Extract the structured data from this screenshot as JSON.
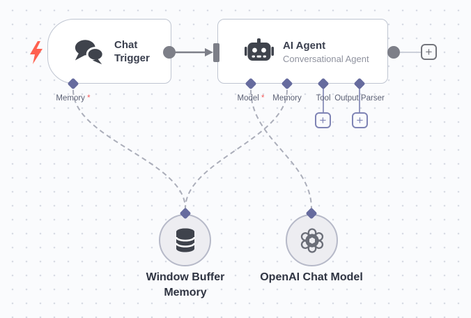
{
  "colors": {
    "canvas-bg": "#fafbfd",
    "dot": "#d8dbe4",
    "node-border": "#bfc5d1",
    "node-bg": "#ffffff",
    "title": "#3a3f4e",
    "subtitle": "#8f929e",
    "port-label": "#5a5f73",
    "required": "#f45b5b",
    "diamond": "#666b9e",
    "endpoint": "#7d7f88",
    "wire": "#7d7f88",
    "wire-light": "#ccd0da",
    "dash": "#abaeba",
    "stub": "#9499c0",
    "plus-gray": "#73757c",
    "plus-purple": "#7f84b5",
    "bolt": "#ff6150",
    "circle-bg": "#ededf1",
    "circle-border": "#b6b9c8",
    "icon-dark": "#3f434c",
    "openai-icon": "#6b6e78",
    "bottom-label": "#2f3442"
  },
  "nodes": {
    "chat_trigger": {
      "title": "Chat Trigger",
      "port": {
        "label": "Memory",
        "required": "*"
      }
    },
    "ai_agent": {
      "title": "AI Agent",
      "subtitle": "Conversational Agent",
      "ports": [
        {
          "label": "Model",
          "required": "*"
        },
        {
          "label": "Memory",
          "required": ""
        },
        {
          "label": "Tool",
          "required": ""
        },
        {
          "label": "Output Parser",
          "required": ""
        }
      ]
    },
    "window_buffer_memory": {
      "label": "Window Buffer Memory"
    },
    "openai_chat_model": {
      "label": "OpenAI Chat Model"
    }
  },
  "glyphs": {
    "plus": "+"
  }
}
